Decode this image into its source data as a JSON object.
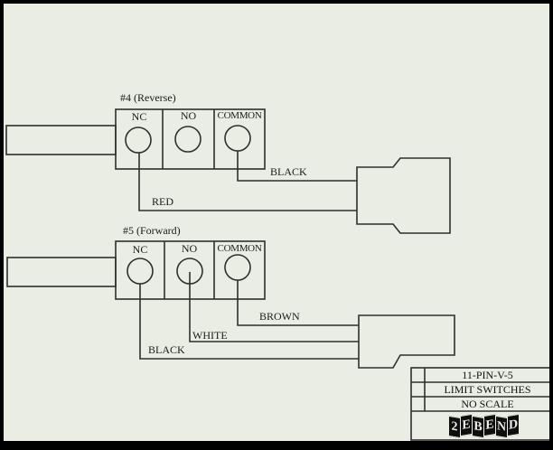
{
  "page": {
    "background_color": "#e9ede3",
    "line_color": "#2f2f2f",
    "border_color": "#000000"
  },
  "switches": [
    {
      "label": "#4 (Reverse)",
      "terminals": [
        "NC",
        "NO",
        "COMMON"
      ],
      "wires": [
        {
          "from": "COMMON",
          "label": "BLACK"
        },
        {
          "from": "NC",
          "label": "RED"
        }
      ]
    },
    {
      "label": "#5 (Forward)",
      "terminals": [
        "NC",
        "NO",
        "COMMON"
      ],
      "wires": [
        {
          "from": "COMMON",
          "label": "BROWN"
        },
        {
          "from": "NO",
          "label": "WHITE"
        },
        {
          "from": "NC",
          "label": "BLACK"
        }
      ]
    }
  ],
  "title_block": {
    "rows": [
      "11-PIN-V-5",
      "LIMIT SWITCHES",
      "NO SCALE"
    ],
    "logo_letters": [
      "2",
      "E",
      "B",
      "E",
      "N",
      "D"
    ]
  }
}
